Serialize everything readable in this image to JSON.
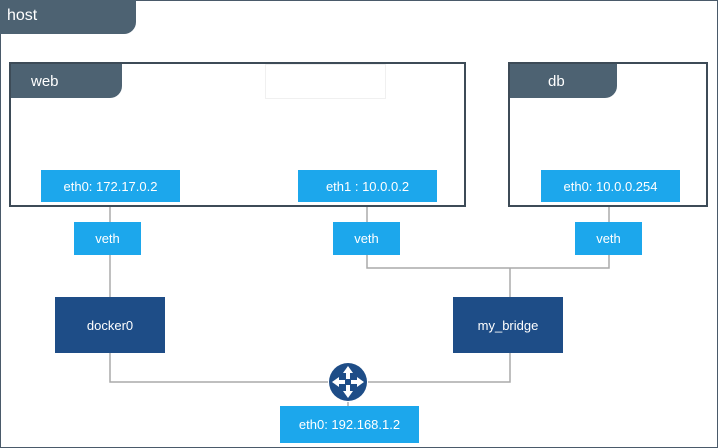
{
  "host": {
    "label": "host"
  },
  "containers": {
    "web": {
      "label": "web",
      "eth0": "eth0: 172.17.0.2",
      "eth1": "eth1 : 10.0.0.2"
    },
    "db": {
      "label": "db",
      "eth0": "eth0: 10.0.0.254"
    }
  },
  "veth": {
    "label": "veth"
  },
  "bridges": {
    "docker0": "docker0",
    "my_bridge": "my_bridge"
  },
  "router": {
    "icon": "router-icon",
    "color": "#1e4d87"
  },
  "host_interface": {
    "label": "eth0: 192.168.1.2"
  },
  "colors": {
    "tab": "#4d6272",
    "interface": "#1ca7ec",
    "bridge": "#1e4d87",
    "line": "#aaaaaa"
  }
}
